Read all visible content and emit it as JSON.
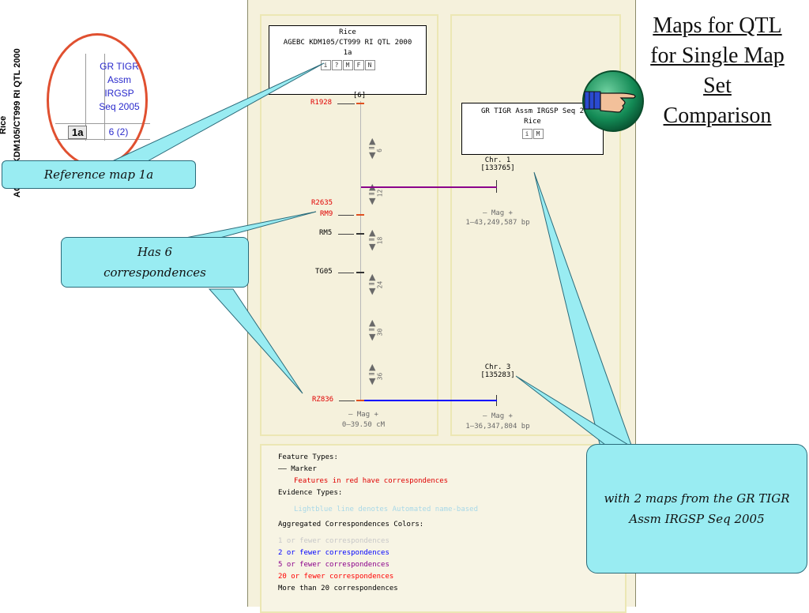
{
  "slide": {
    "title_lines": [
      "Maps for QTL",
      "for Single Map",
      "Set",
      "Comparison"
    ]
  },
  "mini_table": {
    "row_header_1": "Rice",
    "row_header_2": "AGEBC KDM105/CT999 RI QTL 2000",
    "col_header_lines": [
      "GR TIGR",
      "Assm",
      "IRGSP",
      "Seq 2005"
    ],
    "row_label": "1a",
    "cell_value": "6 (2)"
  },
  "callouts": {
    "reference": "Reference map 1a",
    "correspondences": "Has 6 correspondences",
    "maps": "with 2 maps from the GR TIGR Assm IRGSP Seq 2005"
  },
  "ref_map": {
    "species": "Rice",
    "map_set": "AGEBC KDM105/CT999 RI QTL 2000",
    "map_name": "1a",
    "buttons": [
      "i",
      "?",
      "M",
      "F",
      "N"
    ],
    "feature_count": "[6]",
    "scale_labels": [
      "6",
      "12",
      "18",
      "24",
      "30",
      "36"
    ],
    "mag_control": "– Mag +",
    "range": "0–39.50 cM",
    "features": [
      {
        "name": "R1928",
        "has_corr": true
      },
      {
        "name": "R2635",
        "has_corr": true
      },
      {
        "name": "RM9",
        "has_corr": true
      },
      {
        "name": "RM5",
        "has_corr": false
      },
      {
        "name": "TG05",
        "has_corr": false
      },
      {
        "name": "RZ836",
        "has_corr": true
      }
    ]
  },
  "comp_maps": {
    "title_line1": "GR TIGR Assm IRGSP Seq 2",
    "title_line2": "Rice",
    "buttons": [
      "i",
      "M"
    ],
    "chr1": {
      "name": "Chr. 1",
      "count": "[133765]",
      "mag": "– Mag +",
      "range": "1–43,249,587 bp"
    },
    "chr3": {
      "name": "Chr. 3",
      "count": "[135283]",
      "mag": "– Mag +",
      "range": "1–36,347,804 bp"
    }
  },
  "legend": {
    "feature_types_heading": "Feature Types:",
    "marker_label": "—— Marker",
    "red_note": "Features in red have correspondences",
    "evidence_heading": "Evidence Types:",
    "evidence_line": "Lightblue line denotes Automated name-based",
    "agg_heading": "Aggregated Correspondences Colors:",
    "agg_items": [
      {
        "label": "1 or fewer correspondences",
        "color": "#c8c8c8"
      },
      {
        "label": "2 or fewer correspondences",
        "color": "#0000ff"
      },
      {
        "label": "5 or fewer correspondences",
        "color": "#8b008b"
      },
      {
        "label": "20 or fewer correspondences",
        "color": "#ff0000"
      },
      {
        "label": "More than 20 correspondences",
        "color": "#000000"
      }
    ]
  },
  "colors": {
    "callout_fill": "#99ecf2",
    "panel_bg": "#f5f1dc",
    "corr_red": "#e00000",
    "purple_line": "#8b008b",
    "blue_line": "#0000ff",
    "circle": "#e05030"
  },
  "icons": [
    "pointing-hand-icon"
  ]
}
